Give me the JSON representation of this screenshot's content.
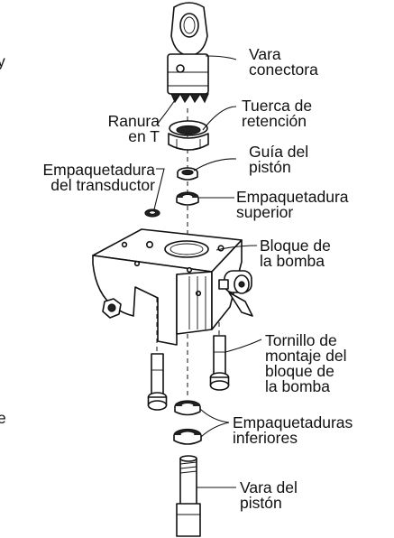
{
  "labels": {
    "vara_conectora": "Vara\nconectora",
    "ranura_en_t": "Ranura\nen T",
    "tuerca_de_retencion": "Tuerca de\nretención",
    "empaquetadura_del_transductor": "Empaquetadura\ndel transductor",
    "guia_del_piston": "Guía del\npistón",
    "empaquetadura_superior": "Empaquetadura\nsuperior",
    "bloque_de_la_bomba": "Bloque de\nla bomba",
    "tornillo_de_montaje": "Tornillo de\nmontaje del\nbloque de\nla bomba",
    "empaquetaduras_inferiores": "Empaquetaduras\ninferiores",
    "vara_del_piston": "Vara del\npistón"
  },
  "edge_fragments": {
    "top_left": "y",
    "bottom_left": "e"
  }
}
